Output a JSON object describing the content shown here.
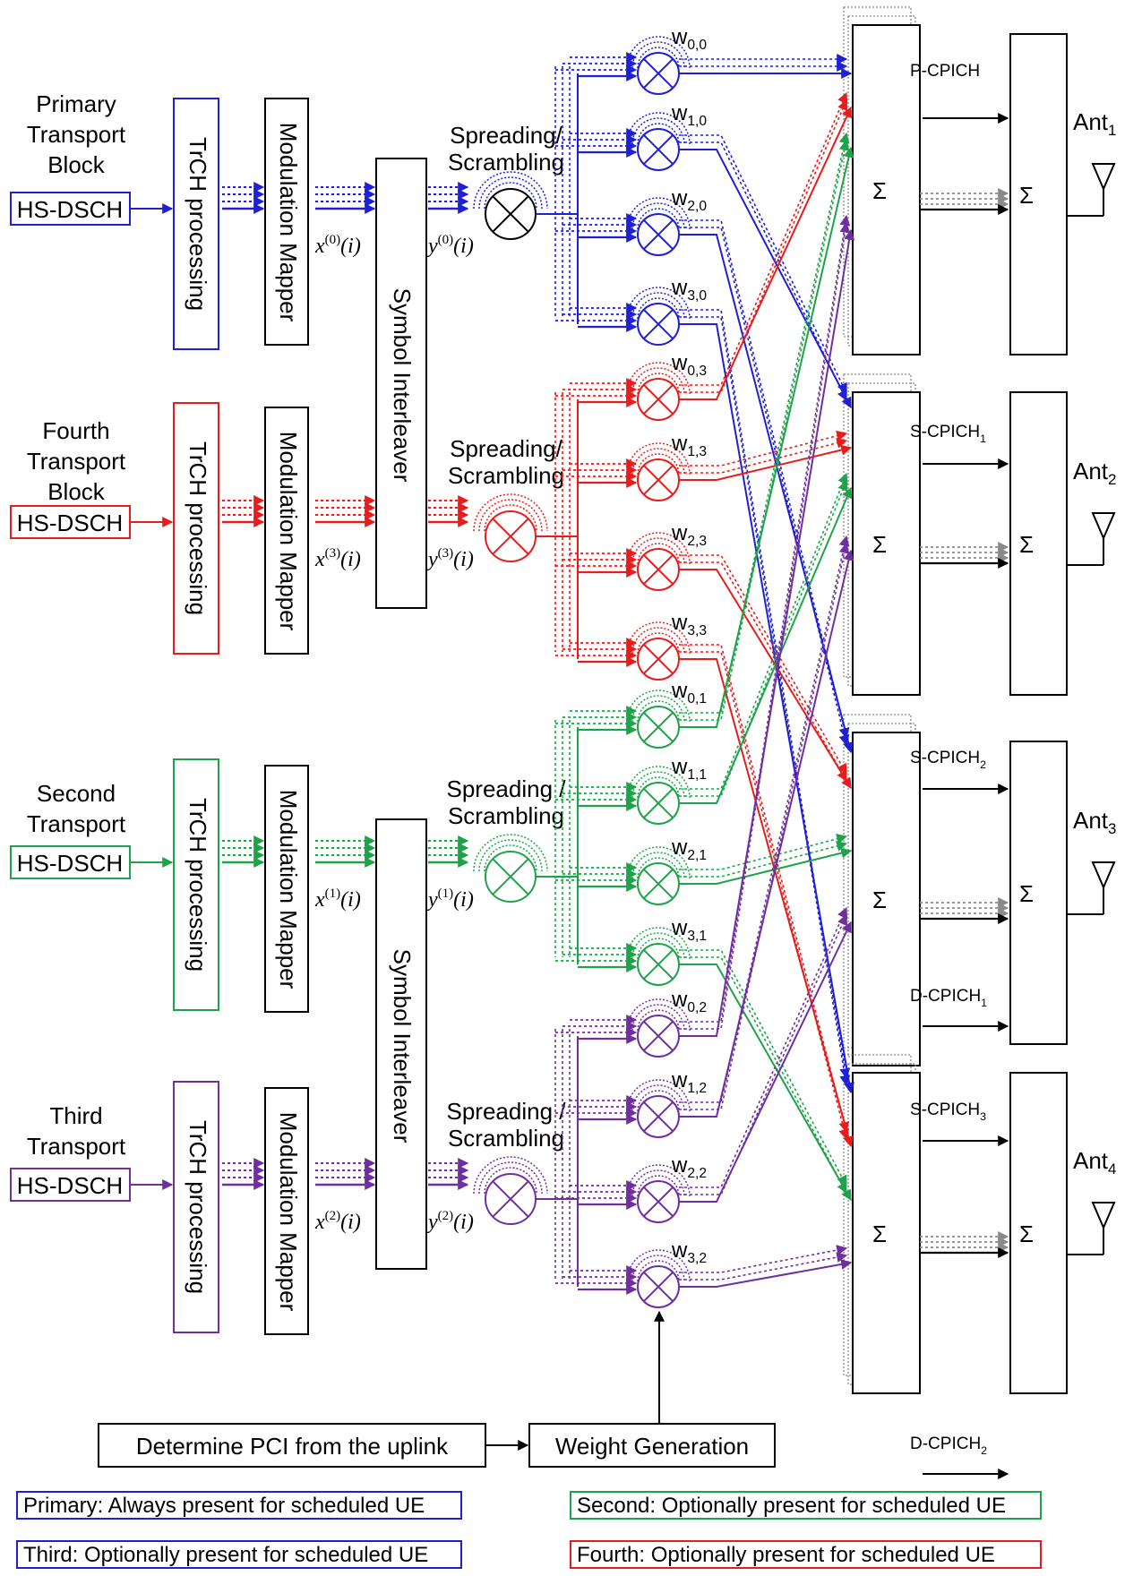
{
  "colors": {
    "primary": "#1f1fd6",
    "fourth": "#e81c1c",
    "second": "#1fa34a",
    "third": "#6f2f9f",
    "neutral": "#000000",
    "gray": "#8a8a8a"
  },
  "branches": [
    {
      "key": "primary",
      "block_label": [
        "Primary",
        "Transport",
        "Block"
      ],
      "channel": "HS-DSCH",
      "trch": "TrCH processing",
      "mapper": "Modulation Mapper",
      "x_base": "x",
      "x_sup": "(0)",
      "x_arg": "(i)",
      "y_base": "y",
      "y_sup": "(0)",
      "y_arg": "(i)",
      "spread": [
        "Spreading/",
        "Scrambling"
      ],
      "weights": [
        {
          "base": "w",
          "sub": "0,0"
        },
        {
          "base": "w",
          "sub": "1,0"
        },
        {
          "base": "w",
          "sub": "2,0"
        },
        {
          "base": "w",
          "sub": "3,0"
        }
      ]
    },
    {
      "key": "fourth",
      "block_label": [
        "Fourth",
        "Transport",
        "Block"
      ],
      "channel": "HS-DSCH",
      "trch": "TrCH processing",
      "mapper": "Modulation Mapper",
      "x_base": "x",
      "x_sup": "(3)",
      "x_arg": "(i)",
      "y_base": "y",
      "y_sup": "(3)",
      "y_arg": "(i)",
      "spread": [
        "Spreading/",
        "Scrambling"
      ],
      "weights": [
        {
          "base": "w",
          "sub": "0,3"
        },
        {
          "base": "w",
          "sub": "1,3"
        },
        {
          "base": "w",
          "sub": "2,3"
        },
        {
          "base": "w",
          "sub": "3,3"
        }
      ]
    },
    {
      "key": "second",
      "block_label": [
        "Second",
        "Transport",
        "Block"
      ],
      "channel": "HS-DSCH",
      "trch": "TrCH processing",
      "mapper": "Modulation Mapper",
      "x_base": "x",
      "x_sup": "(1)",
      "x_arg": "(i)",
      "y_base": "y",
      "y_sup": "(1)",
      "y_arg": "(i)",
      "spread": [
        "Spreading /",
        "Scrambling"
      ],
      "weights": [
        {
          "base": "w",
          "sub": "0,1"
        },
        {
          "base": "w",
          "sub": "1,1"
        },
        {
          "base": "w",
          "sub": "2,1"
        },
        {
          "base": "w",
          "sub": "3,1"
        }
      ]
    },
    {
      "key": "third",
      "block_label": [
        "Third",
        "Transport",
        "Block"
      ],
      "channel": "HS-DSCH",
      "trch": "TrCH processing",
      "mapper": "Modulation Mapper",
      "x_base": "x",
      "x_sup": "(2)",
      "x_arg": "(i)",
      "y_base": "y",
      "y_sup": "(2)",
      "y_arg": "(i)",
      "spread": [
        "Spreading /",
        "Scrambling"
      ],
      "weights": [
        {
          "base": "w",
          "sub": "0,2"
        },
        {
          "base": "w",
          "sub": "1,2"
        },
        {
          "base": "w",
          "sub": "2,2"
        },
        {
          "base": "w",
          "sub": "3,2"
        }
      ]
    }
  ],
  "interleaver_label": "Symbol Interleaver",
  "sum_symbol": "Σ",
  "pilots": [
    {
      "base": "P-CPICH",
      "sub": ""
    },
    {
      "base": "S-CPICH",
      "sub": "1"
    },
    {
      "base": "S-CPICH",
      "sub": "2"
    },
    {
      "base": "D-CPICH",
      "sub": "1"
    },
    {
      "base": "S-CPICH",
      "sub": "3"
    },
    {
      "base": "D-CPICH",
      "sub": "2"
    }
  ],
  "antennas": [
    {
      "base": "Ant",
      "sub": "1"
    },
    {
      "base": "Ant",
      "sub": "2"
    },
    {
      "base": "Ant",
      "sub": "3"
    },
    {
      "base": "Ant",
      "sub": "4"
    }
  ],
  "pci_label": "Determine PCI from the uplink",
  "weight_gen_label": "Weight Generation",
  "legend": [
    {
      "key": "primary",
      "text": "Primary: Always present for scheduled UE"
    },
    {
      "key": "second",
      "text": "Second: Optionally present for scheduled UE"
    },
    {
      "key": "third",
      "text": "Third: Optionally present for scheduled UE"
    },
    {
      "key": "fourth",
      "text": "Fourth: Optionally present for scheduled UE"
    }
  ]
}
